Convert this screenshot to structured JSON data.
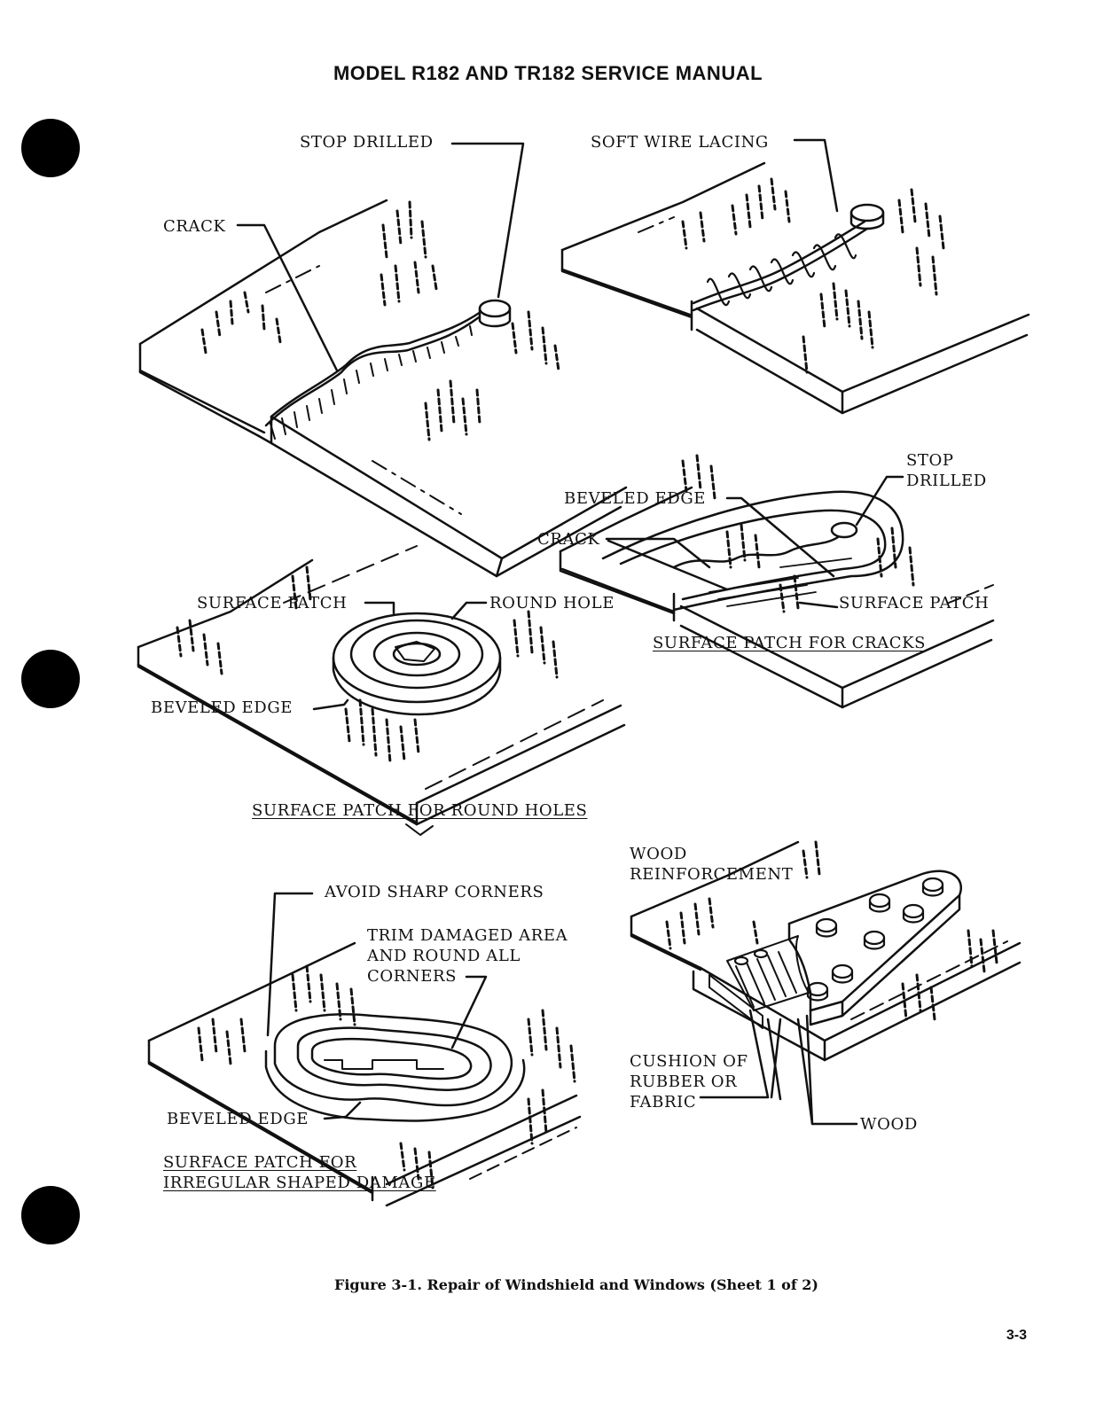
{
  "header": {
    "title": "MODEL R182 AND TR182 SERVICE MANUAL"
  },
  "panel_crack": {
    "stop_drilled": "STOP DRILLED",
    "crack": "CRACK"
  },
  "panel_lacing": {
    "soft_wire_lacing": "SOFT WIRE LACING"
  },
  "panel_cracks_patch": {
    "stop_drilled": "STOP\nDRILLED",
    "beveled_edge": "BEVELED EDGE",
    "crack": "CRACK",
    "surface_patch": "SURFACE PATCH",
    "caption": "SURFACE PATCH FOR CRACKS"
  },
  "panel_round_holes": {
    "surface_patch": "SURFACE PATCH",
    "round_hole": "ROUND HOLE",
    "beveled_edge": "BEVELED EDGE",
    "caption": "SURFACE PATCH FOR ROUND HOLES"
  },
  "panel_irregular": {
    "avoid_sharp_corners": "AVOID SHARP CORNERS",
    "trim_damaged_area": "TRIM DAMAGED AREA\nAND ROUND ALL\nCORNERS",
    "beveled_edge": "BEVELED EDGE",
    "caption": "SURFACE PATCH FOR\nIRREGULAR SHAPED DAMAGE"
  },
  "panel_wood": {
    "wood_reinforcement": "WOOD\nREINFORCEMENT",
    "cushion": "CUSHION OF\nRUBBER OR\nFABRIC",
    "wood": "WOOD"
  },
  "figure": {
    "caption": "Figure 3-1. Repair of Windshield and Windows (Sheet 1 of 2)"
  },
  "page": {
    "number": "3-3"
  }
}
